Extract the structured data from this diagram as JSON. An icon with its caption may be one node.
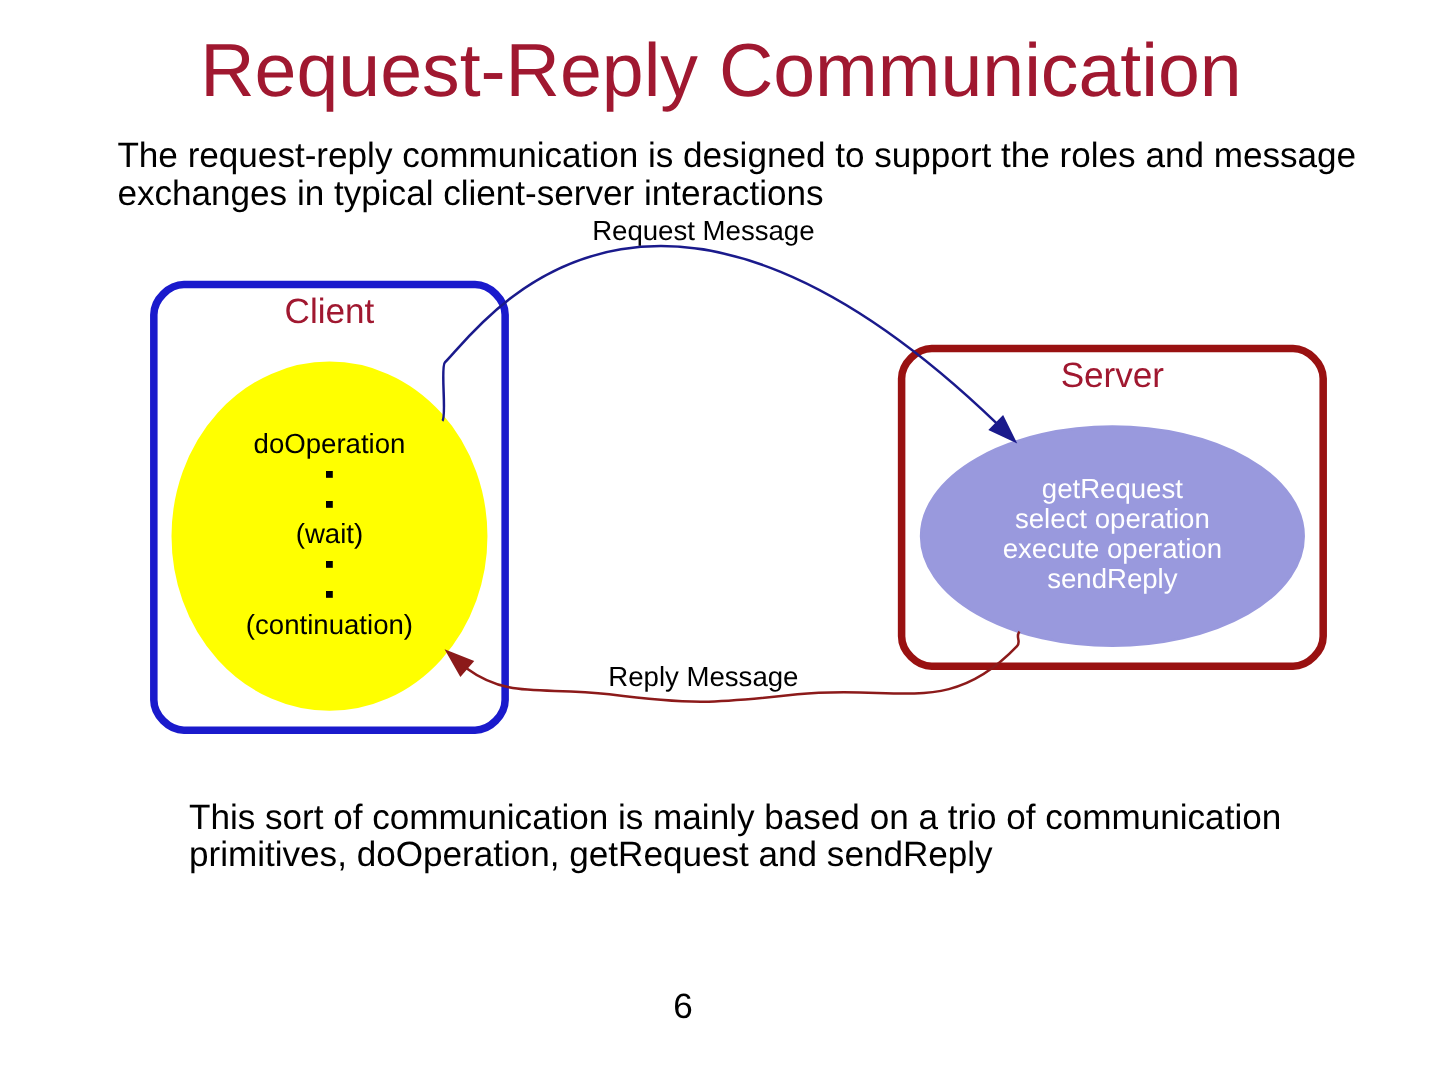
{
  "diagram": {
    "title": "Request-Reply Communication",
    "nodes": [
      {
        "text": [
          "Client"
        ]
      },
      {
        "text": [
          "doOperation",
          "▪",
          "▪",
          "(wait)",
          "▪",
          "▪",
          "(continuation)"
        ],
        "in": 0
      },
      {
        "text": [
          "Server"
        ]
      },
      {
        "text": [
          "getRequest",
          "select operation",
          "execute operation",
          "sendReply"
        ],
        "in": 2
      }
    ],
    "edges": [
      {
        "from": 1,
        "to": 3,
        "arrow": "to",
        "label": "Request Message",
        "color": "#1a1a8c"
      },
      {
        "from": 3,
        "to": 1,
        "arrow": "to",
        "label": "Reply Message",
        "color": "#8c1a1a"
      }
    ],
    "labels": [
      "The request-reply communication is designed to support the roles and message exchanges in typical client-server interactions",
      "This sort of communication is mainly based on a trio of communication primitives, doOperation, getRequest and sendReply",
      "6"
    ]
  }
}
